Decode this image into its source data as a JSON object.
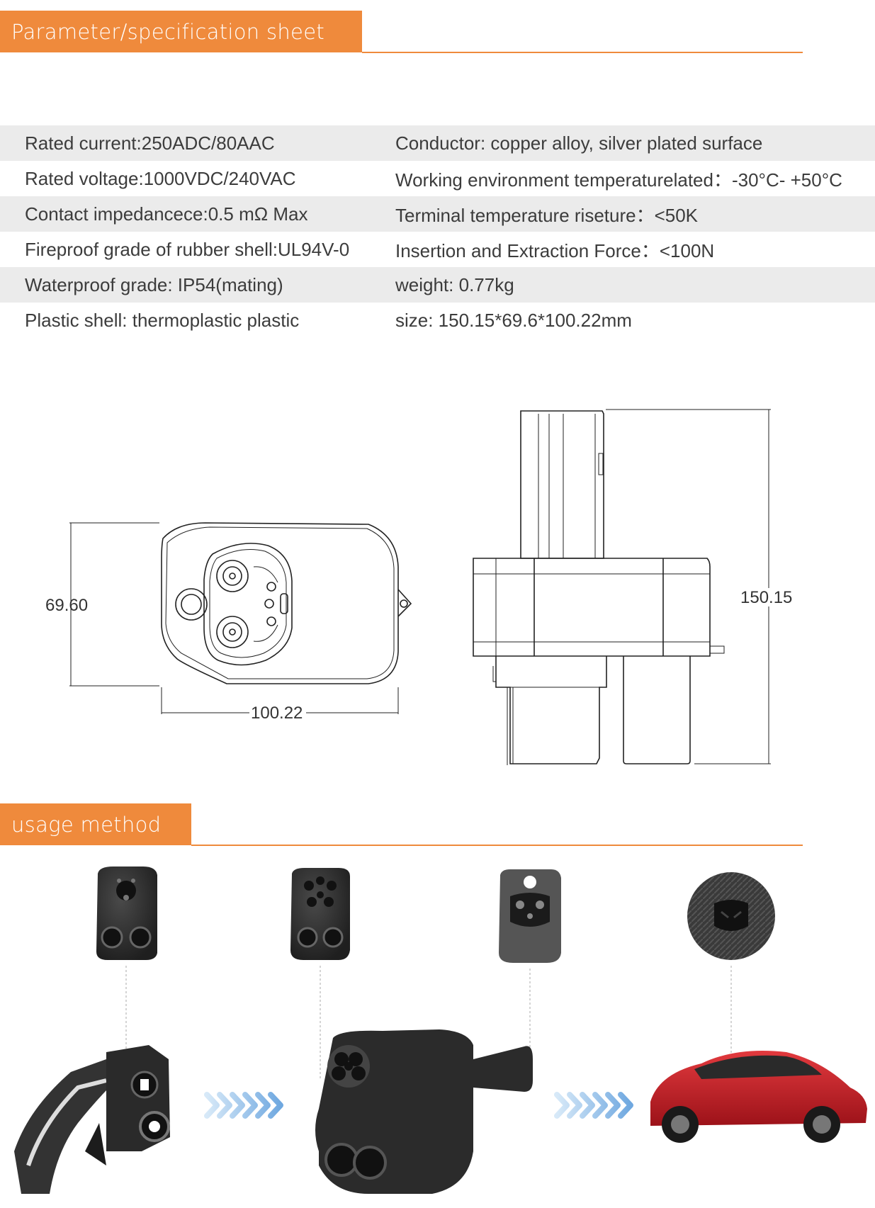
{
  "sections": {
    "spec_title": "Parameter/specification sheet",
    "usage_title": "usage method"
  },
  "specs": [
    {
      "left": "Rated current:250ADC/80AAC",
      "right": "Conductor: copper alloy, silver plated surface"
    },
    {
      "left": "Rated voltage:1000VDC/240VAC",
      "right": "Working environment temperaturelated：-30°C- +50°C"
    },
    {
      "left": "Contact impedancece:0.5 mΩ Max",
      "right": "Terminal temperature riseture：<50K"
    },
    {
      "left": "Fireproof grade of rubber shell:UL94V-0",
      "right": "Insertion and Extraction Force：<100N"
    },
    {
      "left": "Waterproof grade: IP54(mating)",
      "right": "weight: 0.77kg"
    },
    {
      "left": "Plastic shell: thermoplastic plastic",
      "right": "size: 150.15*69.6*100.22mm"
    }
  ],
  "dimensions": {
    "height": "69.60",
    "width": "100.22",
    "length": "150.15"
  },
  "colors": {
    "accent": "#ef8a3c",
    "row_shade": "#ebebeb",
    "text": "#3c3c3c",
    "product": "#2b2b2b",
    "car": "#c41d26",
    "arrow": "#7fb6e8"
  }
}
